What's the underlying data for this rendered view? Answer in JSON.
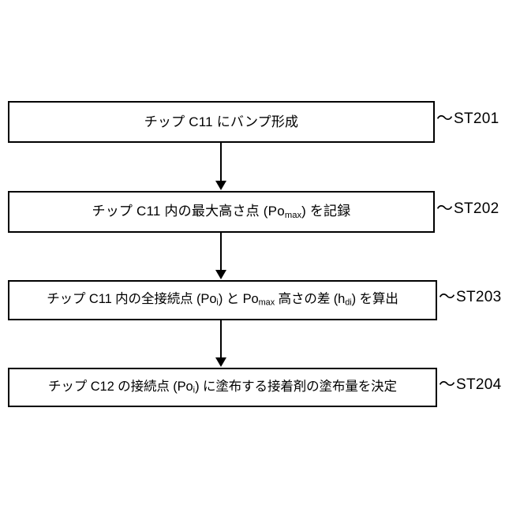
{
  "diagram": {
    "type": "flowchart",
    "orientation": "vertical",
    "title": "",
    "colors": {
      "background": "#ffffff",
      "stroke": "#000000",
      "text": "#000000",
      "box_fill": "#ffffff"
    },
    "leader_symbol": "〜",
    "steps": [
      {
        "id": "ST201",
        "ref_label": "ST201",
        "text_plain": "チップ C11 にバンプ形成",
        "segments": [
          {
            "t": "チップ C11 にバンプ形成",
            "sub": ""
          }
        ]
      },
      {
        "id": "ST202",
        "ref_label": "ST202",
        "text_plain": "チップ C11 内の最大高さ点 (Pomax) を記録",
        "segments": [
          {
            "t": "チップ C11 内の最大高さ点 (Po",
            "sub": ""
          },
          {
            "t": "",
            "sub": "max"
          },
          {
            "t": ") を記録",
            "sub": ""
          }
        ]
      },
      {
        "id": "ST203",
        "ref_label": "ST203",
        "text_plain": "チップ C11 内の全接続点 (Poi) と Pomax 高さの差 (hdi) を算出",
        "segments": [
          {
            "t": "チップ C11 内の全接続点 (Po",
            "sub": ""
          },
          {
            "t": "",
            "sub": "i"
          },
          {
            "t": ") と Po",
            "sub": ""
          },
          {
            "t": "",
            "sub": "max"
          },
          {
            "t": " 高さの差 (h",
            "sub": ""
          },
          {
            "t": "",
            "sub": "di"
          },
          {
            "t": ") を算出",
            "sub": ""
          }
        ]
      },
      {
        "id": "ST204",
        "ref_label": "ST204",
        "text_plain": "チップ C12 の接続点 (Poi) に塗布する接着剤の塗布量を決定",
        "segments": [
          {
            "t": "チップ C12 の接続点 (Po",
            "sub": ""
          },
          {
            "t": "",
            "sub": "i"
          },
          {
            "t": ") に塗布する接着剤の塗布量を決定",
            "sub": ""
          }
        ]
      }
    ]
  }
}
